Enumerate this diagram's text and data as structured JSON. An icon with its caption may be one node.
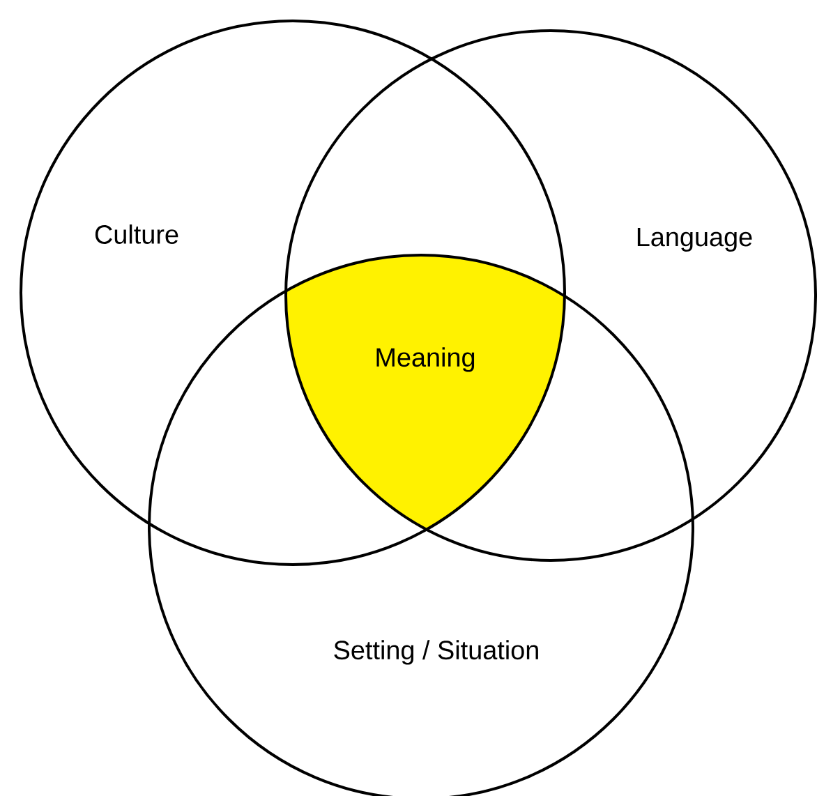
{
  "diagram": {
    "nodes": [
      {
        "text": [
          "Culture"
        ]
      },
      {
        "text": [
          "Language"
        ]
      },
      {
        "text": [
          "Meaning"
        ]
      },
      {
        "text": [
          "Setting / Situation"
        ]
      }
    ]
  }
}
